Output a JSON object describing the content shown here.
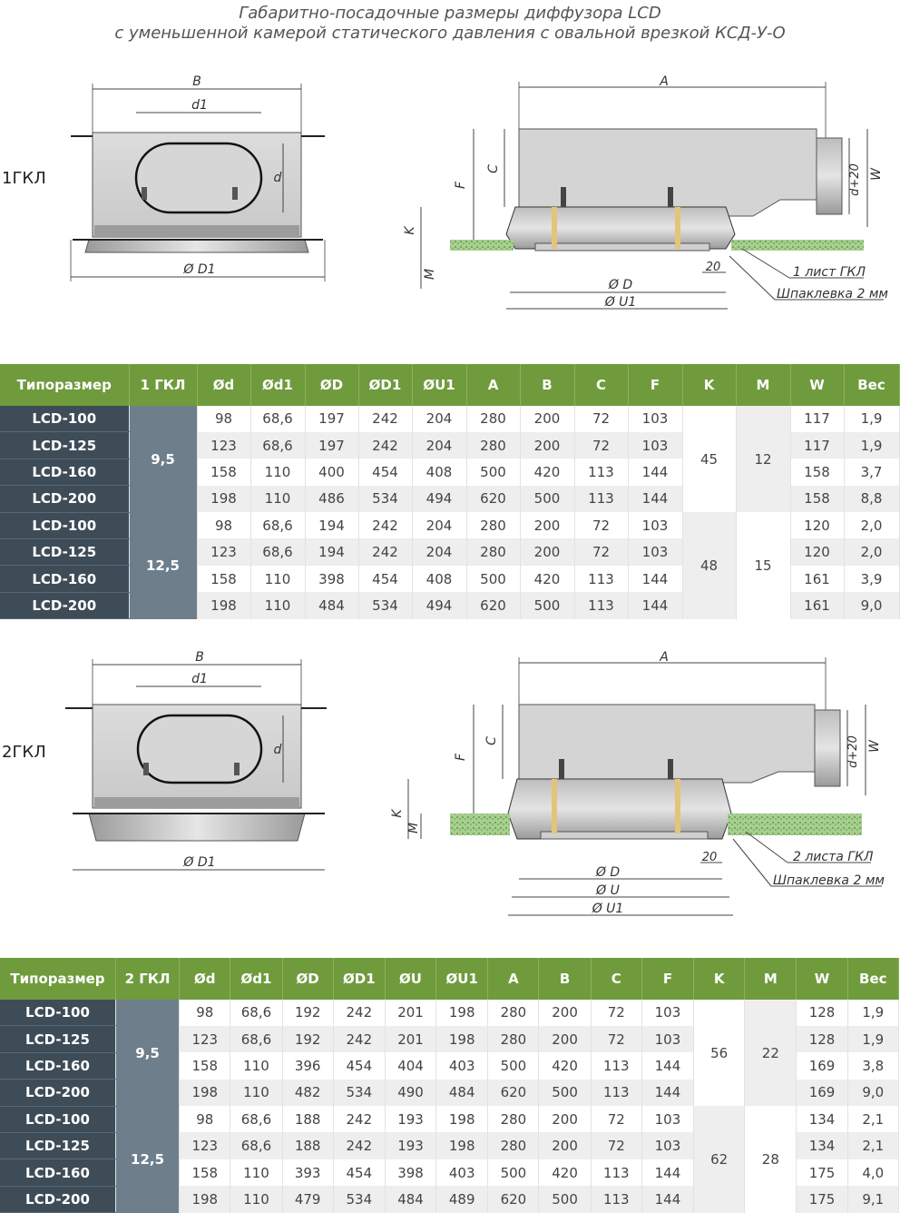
{
  "title": {
    "line1": "Габаритно-посадочные размеры диффузора LCD",
    "line2": "с уменьшенной камерой статического давления с овальной врезкой КСД-У-О"
  },
  "section1": {
    "label": "1ГКЛ",
    "drawing_labels": {
      "B": "B",
      "d1": "d1",
      "d": "d",
      "D1": "Ø D1",
      "A": "A",
      "C": "C",
      "F": "F",
      "K": "K",
      "M": "M",
      "W": "W",
      "d20": "d+20",
      "D": "Ø D",
      "U1": "Ø U1",
      "twenty": "20",
      "sheet": "1 лист ГКЛ",
      "putty": "Шпаклевка 2 мм"
    }
  },
  "table1": {
    "headers": [
      "Типоразмер",
      "1 ГКЛ",
      "Ød",
      "Ød1",
      "ØD",
      "ØD1",
      "ØU1",
      "A",
      "B",
      "C",
      "F",
      "K",
      "M",
      "W",
      "Вес"
    ],
    "groups": [
      {
        "gkl": "9,5",
        "K": "45",
        "M": "12",
        "rows": [
          {
            "model": "LCD-100",
            "d": "98",
            "d1": "68,6",
            "D": "197",
            "D1": "242",
            "U1": "204",
            "A": "280",
            "B": "200",
            "C": "72",
            "F": "103",
            "W": "117",
            "mass": "1,9"
          },
          {
            "model": "LCD-125",
            "d": "123",
            "d1": "68,6",
            "D": "197",
            "D1": "242",
            "U1": "204",
            "A": "280",
            "B": "200",
            "C": "72",
            "F": "103",
            "W": "117",
            "mass": "1,9"
          },
          {
            "model": "LCD-160",
            "d": "158",
            "d1": "110",
            "D": "400",
            "D1": "454",
            "U1": "408",
            "A": "500",
            "B": "420",
            "C": "113",
            "F": "144",
            "W": "158",
            "mass": "3,7"
          },
          {
            "model": "LCD-200",
            "d": "198",
            "d1": "110",
            "D": "486",
            "D1": "534",
            "U1": "494",
            "A": "620",
            "B": "500",
            "C": "113",
            "F": "144",
            "W": "158",
            "mass": "8,8"
          }
        ]
      },
      {
        "gkl": "12,5",
        "K": "48",
        "M": "15",
        "rows": [
          {
            "model": "LCD-100",
            "d": "98",
            "d1": "68,6",
            "D": "194",
            "D1": "242",
            "U1": "204",
            "A": "280",
            "B": "200",
            "C": "72",
            "F": "103",
            "W": "120",
            "mass": "2,0"
          },
          {
            "model": "LCD-125",
            "d": "123",
            "d1": "68,6",
            "D": "194",
            "D1": "242",
            "U1": "204",
            "A": "280",
            "B": "200",
            "C": "72",
            "F": "103",
            "W": "120",
            "mass": "2,0"
          },
          {
            "model": "LCD-160",
            "d": "158",
            "d1": "110",
            "D": "398",
            "D1": "454",
            "U1": "408",
            "A": "500",
            "B": "420",
            "C": "113",
            "F": "144",
            "W": "161",
            "mass": "3,9"
          },
          {
            "model": "LCD-200",
            "d": "198",
            "d1": "110",
            "D": "484",
            "D1": "534",
            "U1": "494",
            "A": "620",
            "B": "500",
            "C": "113",
            "F": "144",
            "W": "161",
            "mass": "9,0"
          }
        ]
      }
    ]
  },
  "section2": {
    "label": "2ГКЛ",
    "drawing_labels": {
      "B": "B",
      "d1": "d1",
      "d": "d",
      "D1": "Ø D1",
      "A": "A",
      "C": "C",
      "F": "F",
      "K": "K",
      "M": "M",
      "W": "W",
      "d20": "d+20",
      "D": "Ø D",
      "U": "Ø U",
      "U1": "Ø U1",
      "twenty": "20",
      "sheet": "2 листа ГКЛ",
      "putty": "Шпаклевка 2 мм"
    }
  },
  "table2": {
    "headers": [
      "Типоразмер",
      "2 ГКЛ",
      "Ød",
      "Ød1",
      "ØD",
      "ØD1",
      "ØU",
      "ØU1",
      "A",
      "B",
      "C",
      "F",
      "K",
      "M",
      "W",
      "Вес"
    ],
    "groups": [
      {
        "gkl": "9,5",
        "K": "56",
        "M": "22",
        "rows": [
          {
            "model": "LCD-100",
            "d": "98",
            "d1": "68,6",
            "D": "192",
            "D1": "242",
            "U": "201",
            "U1": "198",
            "A": "280",
            "B": "200",
            "C": "72",
            "F": "103",
            "W": "128",
            "mass": "1,9"
          },
          {
            "model": "LCD-125",
            "d": "123",
            "d1": "68,6",
            "D": "192",
            "D1": "242",
            "U": "201",
            "U1": "198",
            "A": "280",
            "B": "200",
            "C": "72",
            "F": "103",
            "W": "128",
            "mass": "1,9"
          },
          {
            "model": "LCD-160",
            "d": "158",
            "d1": "110",
            "D": "396",
            "D1": "454",
            "U": "404",
            "U1": "403",
            "A": "500",
            "B": "420",
            "C": "113",
            "F": "144",
            "W": "169",
            "mass": "3,8"
          },
          {
            "model": "LCD-200",
            "d": "198",
            "d1": "110",
            "D": "482",
            "D1": "534",
            "U": "490",
            "U1": "484",
            "A": "620",
            "B": "500",
            "C": "113",
            "F": "144",
            "W": "169",
            "mass": "9,0"
          }
        ]
      },
      {
        "gkl": "12,5",
        "K": "62",
        "M": "28",
        "rows": [
          {
            "model": "LCD-100",
            "d": "98",
            "d1": "68,6",
            "D": "188",
            "D1": "242",
            "U": "193",
            "U1": "198",
            "A": "280",
            "B": "200",
            "C": "72",
            "F": "103",
            "W": "134",
            "mass": "2,1"
          },
          {
            "model": "LCD-125",
            "d": "123",
            "d1": "68,6",
            "D": "188",
            "D1": "242",
            "U": "193",
            "U1": "198",
            "A": "280",
            "B": "200",
            "C": "72",
            "F": "103",
            "W": "134",
            "mass": "2,1"
          },
          {
            "model": "LCD-160",
            "d": "158",
            "d1": "110",
            "D": "393",
            "D1": "454",
            "U": "398",
            "U1": "403",
            "A": "500",
            "B": "420",
            "C": "113",
            "F": "144",
            "W": "175",
            "mass": "4,0"
          },
          {
            "model": "LCD-200",
            "d": "198",
            "d1": "110",
            "D": "479",
            "D1": "534",
            "U": "484",
            "U1": "489",
            "A": "620",
            "B": "500",
            "C": "113",
            "F": "144",
            "W": "175",
            "mass": "9,1"
          }
        ]
      }
    ]
  },
  "colors": {
    "header_green": "#6f9b3d",
    "model_dark": "#3e4c58",
    "gkl_grey": "#6e7f8b",
    "drywall_green": "#a6d08e"
  }
}
